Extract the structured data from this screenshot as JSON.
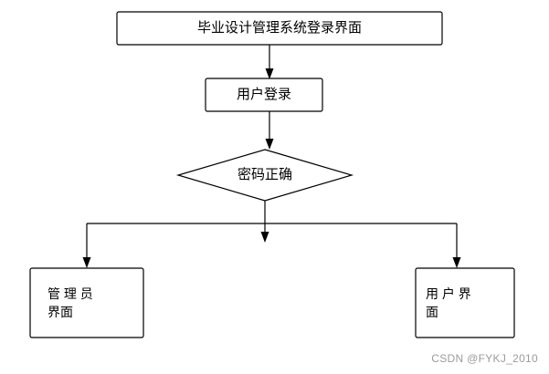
{
  "diagram": {
    "type": "flowchart",
    "title_node": {
      "label": "毕业设计管理系统登录界面",
      "shape": "rectangle"
    },
    "nodes": [
      {
        "id": "login",
        "label": "用户登录",
        "shape": "rectangle"
      },
      {
        "id": "decision",
        "label": "密码正确",
        "shape": "diamond"
      },
      {
        "id": "admin",
        "label": "管 理 员\n界面",
        "shape": "rectangle"
      },
      {
        "id": "user",
        "label": "用 户 界\n面",
        "shape": "rectangle"
      }
    ],
    "edges": [
      {
        "from": "title",
        "to": "login",
        "label": ""
      },
      {
        "from": "login",
        "to": "decision",
        "label": ""
      },
      {
        "from": "decision",
        "to": "admin",
        "label": ""
      },
      {
        "from": "decision",
        "to": "user",
        "label": ""
      }
    ],
    "colors": {
      "stroke": "#000000",
      "background": "#ffffff",
      "text": "#000000",
      "watermark": "#9b9b9b"
    }
  },
  "watermark": {
    "text": "CSDN @FYKJ_2010"
  }
}
